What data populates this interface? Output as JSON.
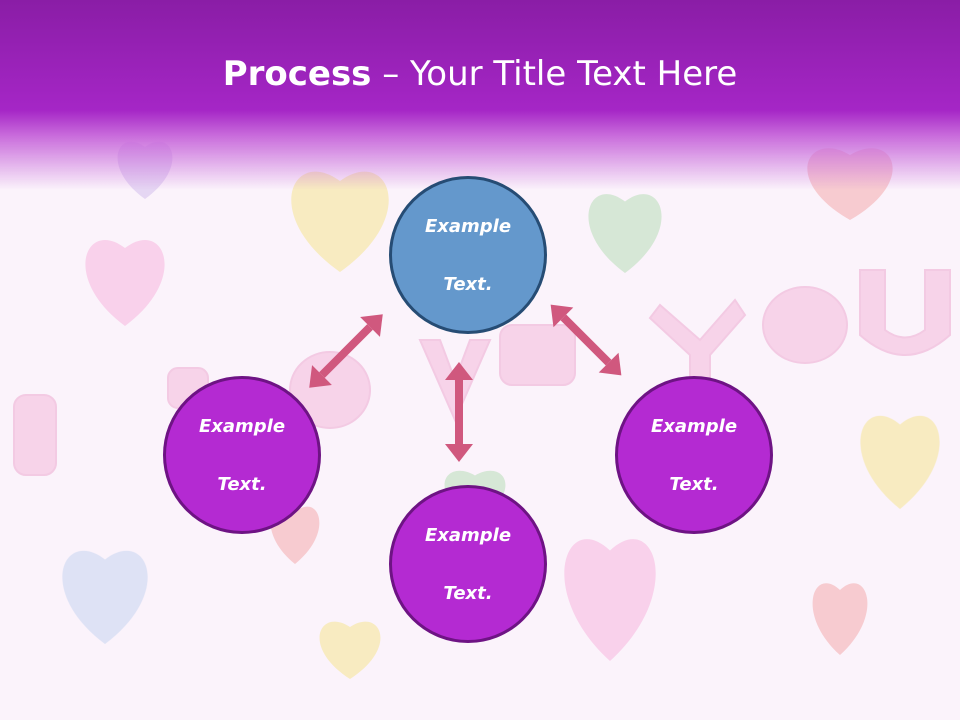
{
  "slide": {
    "title_bold": "Process",
    "title_rest": " – Your Title Text Here",
    "nodes": [
      {
        "line1": "Example",
        "line2": "Text."
      },
      {
        "line1": "Example",
        "line2": "Text."
      },
      {
        "line1": "Example",
        "line2": "Text."
      },
      {
        "line1": "Example",
        "line2": "Text."
      }
    ]
  },
  "colors": {
    "header": "#a526c6",
    "node_top": "#6498cc",
    "node_other": "#b42ad2",
    "arrow": "#d0587e"
  },
  "background_motif": "candy hearts with I LOVE YOU letters"
}
